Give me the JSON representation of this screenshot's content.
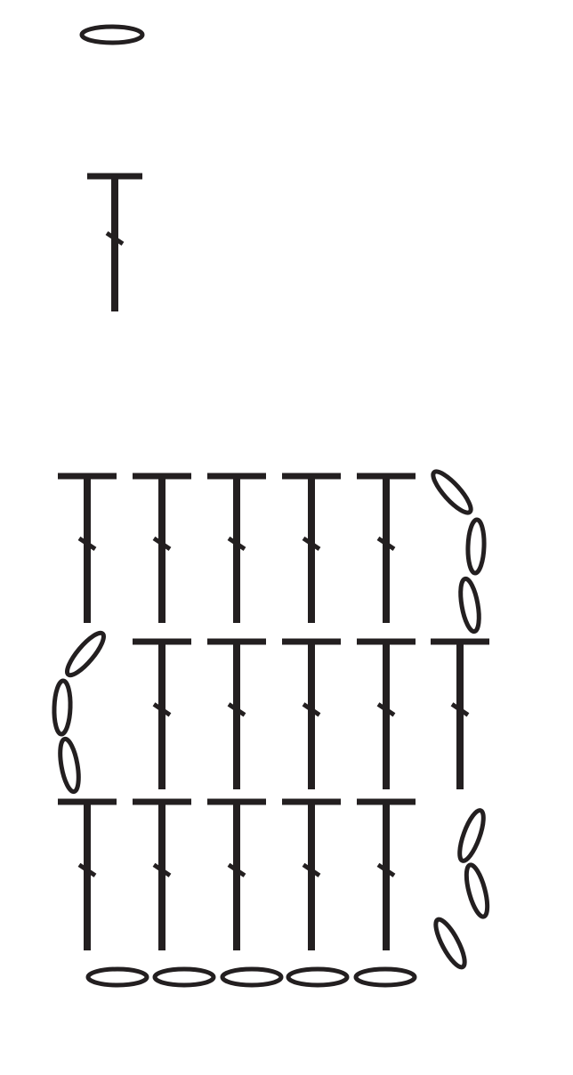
{
  "diagram": {
    "type": "crochet-chart",
    "ink_color": "#231f20",
    "background_color": "#ffffff",
    "legend": [
      {
        "symbol": "chain-stitch-icon"
      },
      {
        "symbol": "double-crochet-icon"
      }
    ],
    "chart": {
      "foundation_chain_count": 5,
      "rows": [
        {
          "stitch": "double-crochet",
          "count": 5,
          "turning_chain_count": 3,
          "turning_chain_side": "right"
        },
        {
          "stitch": "double-crochet",
          "count": 5,
          "turning_chain_count": 3,
          "turning_chain_side": "left"
        },
        {
          "stitch": "double-crochet",
          "count": 5,
          "turning_chain_count": 3,
          "turning_chain_side": "right"
        }
      ]
    }
  }
}
